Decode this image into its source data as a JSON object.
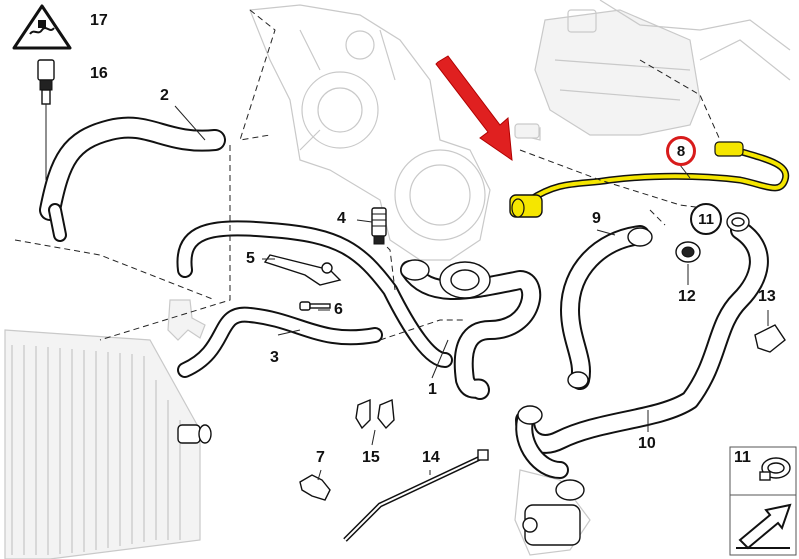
{
  "callouts": {
    "c1": "1",
    "c2": "2",
    "c3": "3",
    "c4": "4",
    "c5": "5",
    "c6": "6",
    "c7": "7",
    "c8": "8",
    "c9": "9",
    "c10": "10",
    "c11": "11",
    "c12": "12",
    "c13": "13",
    "c14": "14",
    "c15": "15",
    "c16": "16",
    "c17": "17",
    "panel_11": "11"
  },
  "colors": {
    "highlight_hose": "#f5e600",
    "highlight_ring": "#d81b1b",
    "pointer_arrow": "#e02020",
    "hose": "#111111",
    "ghost": "#c9c9c9"
  },
  "icons": {
    "warning": "hot-coolant-warning-triangle-icon",
    "pointer": "red-pointer-arrow-icon",
    "diagram_ref": "diagram-reference-arrow-icon"
  },
  "highlighted_part": "8"
}
